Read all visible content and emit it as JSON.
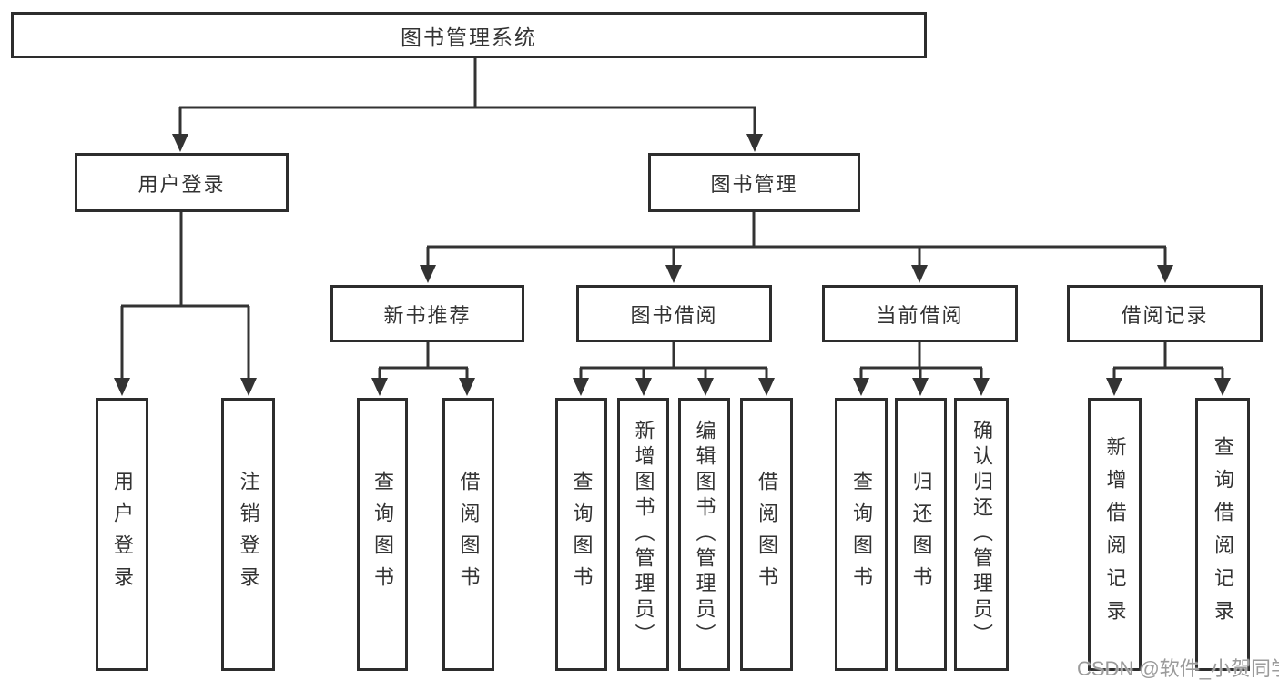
{
  "diagram": {
    "title": "图书管理系统",
    "level2": [
      {
        "label": "用户登录"
      },
      {
        "label": "图书管理"
      }
    ],
    "level3": [
      {
        "label": "新书推荐"
      },
      {
        "label": "图书借阅"
      },
      {
        "label": "当前借阅"
      },
      {
        "label": "借阅记录"
      }
    ],
    "leaves": {
      "user_login": [
        {
          "label": "用户登录"
        },
        {
          "label": "注销登录"
        }
      ],
      "new_book": [
        {
          "label": "查询图书"
        },
        {
          "label": "借阅图书"
        }
      ],
      "book_borrow": [
        {
          "label": "查询图书"
        },
        {
          "label": "新增图书（管理员）"
        },
        {
          "label": "编辑图书（管理员）"
        },
        {
          "label": "借阅图书"
        }
      ],
      "current_borrow": [
        {
          "label": "查询图书"
        },
        {
          "label": "归还图书"
        },
        {
          "label": "确认归还（管理员）"
        }
      ],
      "borrow_record": [
        {
          "label": "新增借阅记录"
        },
        {
          "label": "查询借阅记录"
        }
      ]
    },
    "watermark": "CSDN @软件_小贺同学",
    "colors": {
      "line": "#333333",
      "box_border": "#2d2d2d",
      "text": "#333333",
      "watermark": "#9b9b9b",
      "background": "#ffffff"
    }
  }
}
